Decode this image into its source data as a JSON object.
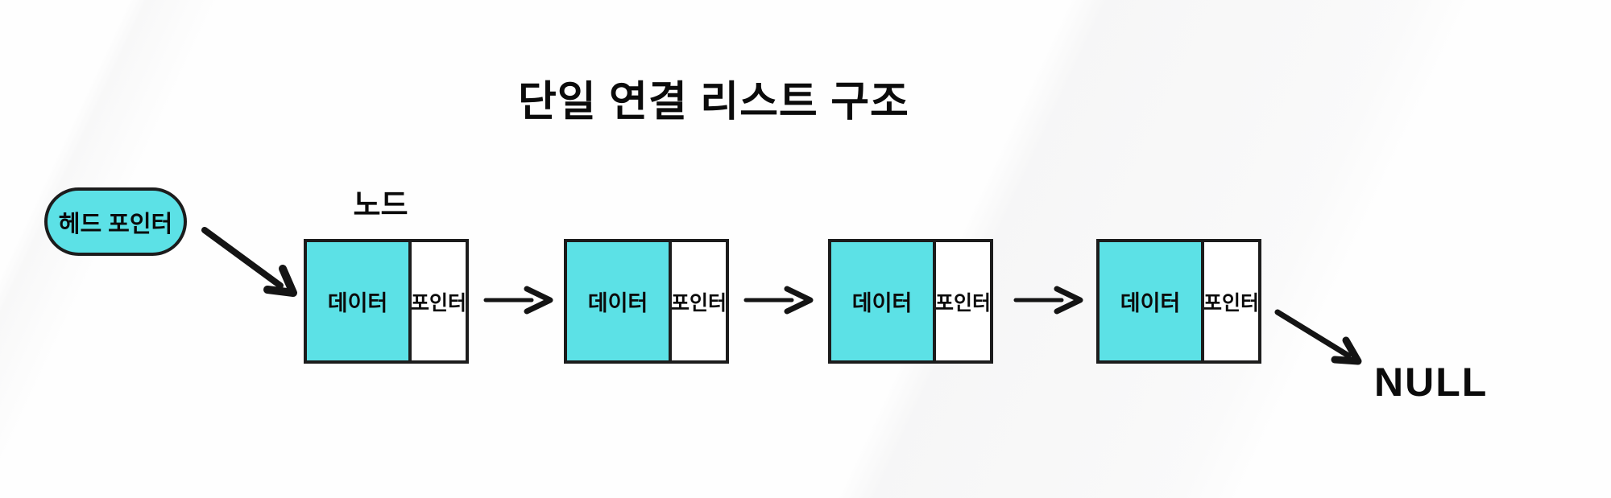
{
  "title": "단일 연결 리스트 구조",
  "head_pointer": {
    "label": "헤드 포인터"
  },
  "node_caption": "노드",
  "nodes": [
    {
      "data": "데이터",
      "pointer": "포인터"
    },
    {
      "data": "데이터",
      "pointer": "포인터"
    },
    {
      "data": "데이터",
      "pointer": "포인터"
    },
    {
      "data": "데이터",
      "pointer": "포인터"
    }
  ],
  "terminator": {
    "label": "NULL"
  },
  "icons": {
    "next_arrow": "arrow-right-icon",
    "head_arrow": "arrow-down-right-icon",
    "null_arrow": "arrow-down-right-icon"
  },
  "colors": {
    "cell_fill": "#5CE1E6",
    "border": "#1c1c1c",
    "text": "#0b0b0b",
    "background": "#fefefe"
  }
}
